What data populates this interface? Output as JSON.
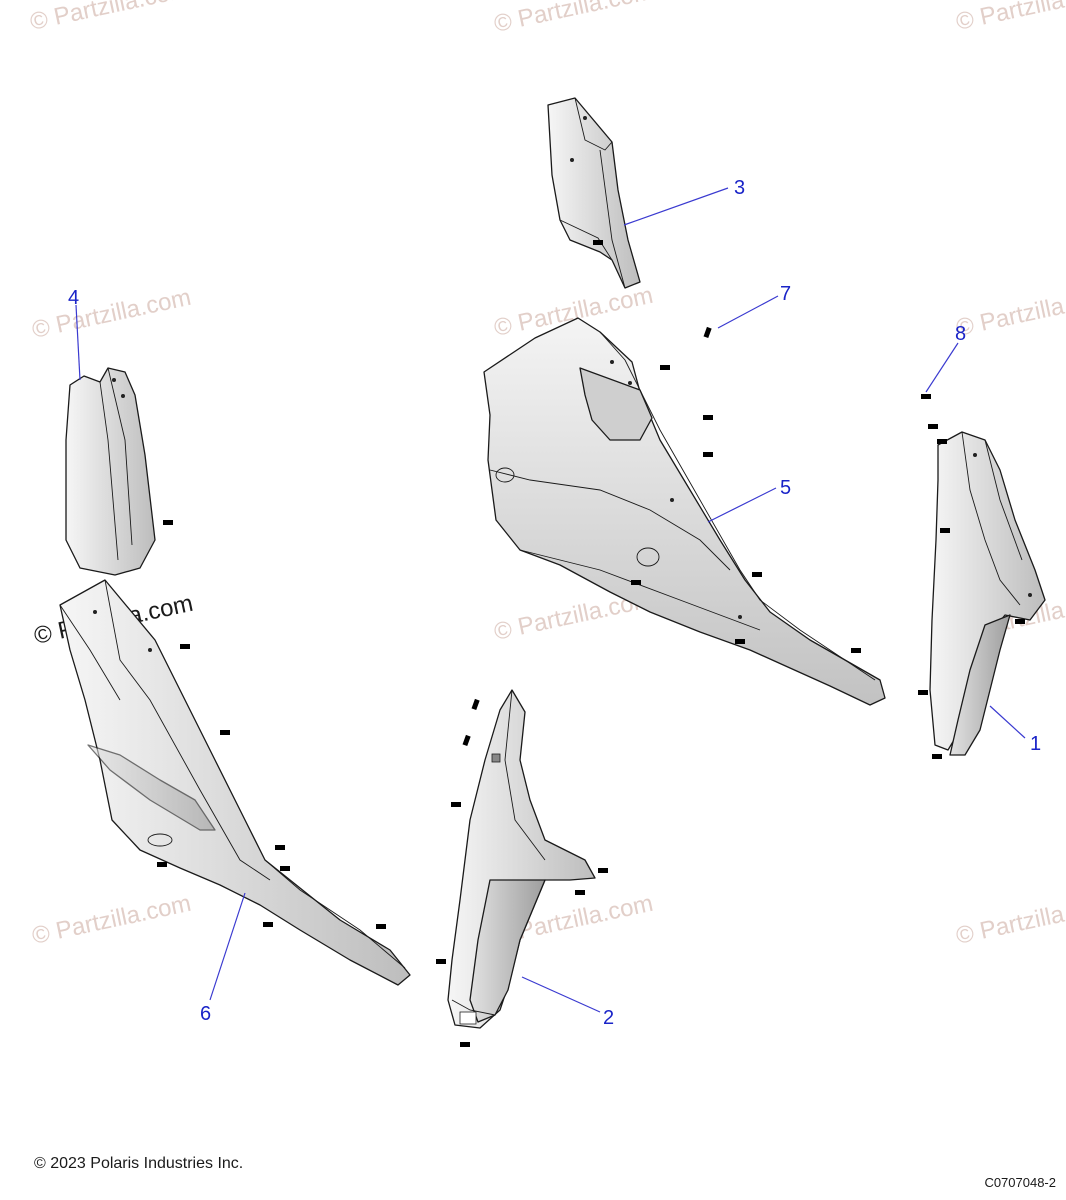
{
  "watermark_text": "Partzilla.com",
  "callouts": [
    "1",
    "2",
    "3",
    "4",
    "5",
    "6",
    "7",
    "8"
  ],
  "footer": {
    "copyright": "© 2023 Polaris Industries Inc.",
    "drawing_number": "C0707048-2"
  },
  "colors": {
    "callout": "#1a24c8",
    "watermark": "#e2cfc9",
    "part_fill_light": "#f1f1f1",
    "part_fill_dark": "#b9b9b9"
  }
}
